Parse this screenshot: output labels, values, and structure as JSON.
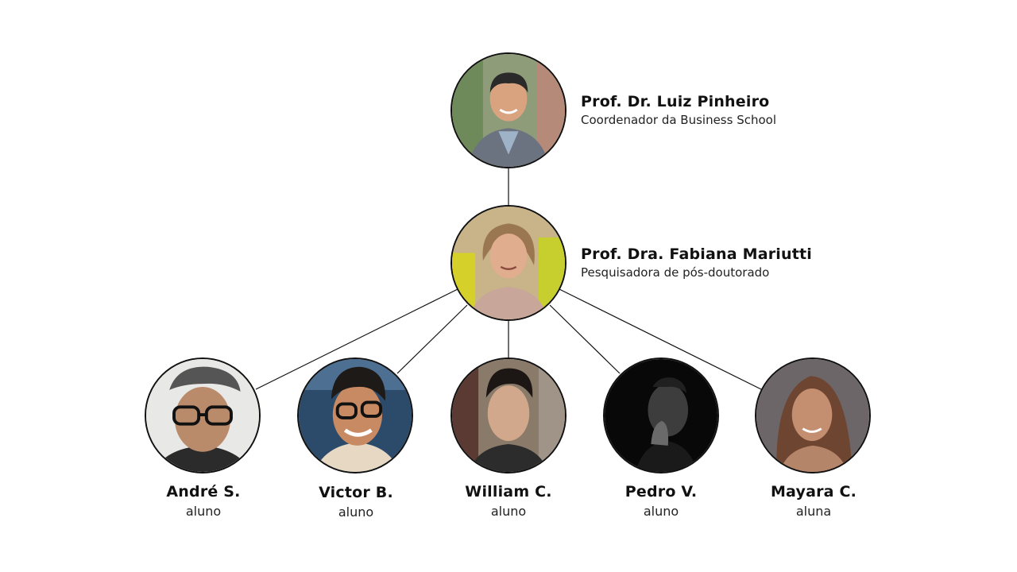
{
  "coordinator": {
    "name": "Prof. Dr. Luiz Pinheiro",
    "role": "Coordenador da Business School"
  },
  "researcher": {
    "name": "Prof. Dra. Fabiana Mariutti",
    "role": "Pesquisadora de pós-doutorado"
  },
  "students": [
    {
      "name": "André S.",
      "role": "aluno"
    },
    {
      "name": "Victor B.",
      "role": "aluno"
    },
    {
      "name": "William C.",
      "role": "aluno"
    },
    {
      "name": "Pedro V.",
      "role": "aluno"
    },
    {
      "name": "Mayara C.",
      "role": "aluna"
    }
  ]
}
